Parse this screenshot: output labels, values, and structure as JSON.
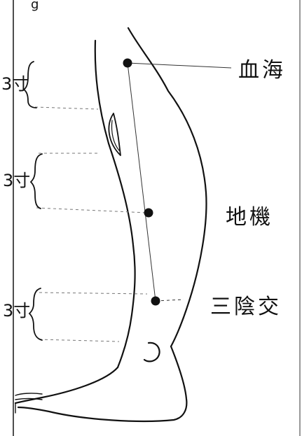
{
  "header_fragment": "g",
  "measurements": [
    {
      "label": "3寸"
    },
    {
      "label": "3寸"
    },
    {
      "label": "3寸"
    }
  ],
  "points": [
    {
      "label": "血海"
    },
    {
      "label": "地機"
    },
    {
      "label": "三陰交"
    }
  ],
  "colors": {
    "ink": "#111111",
    "guide": "#777777",
    "background": "#ffffff"
  }
}
